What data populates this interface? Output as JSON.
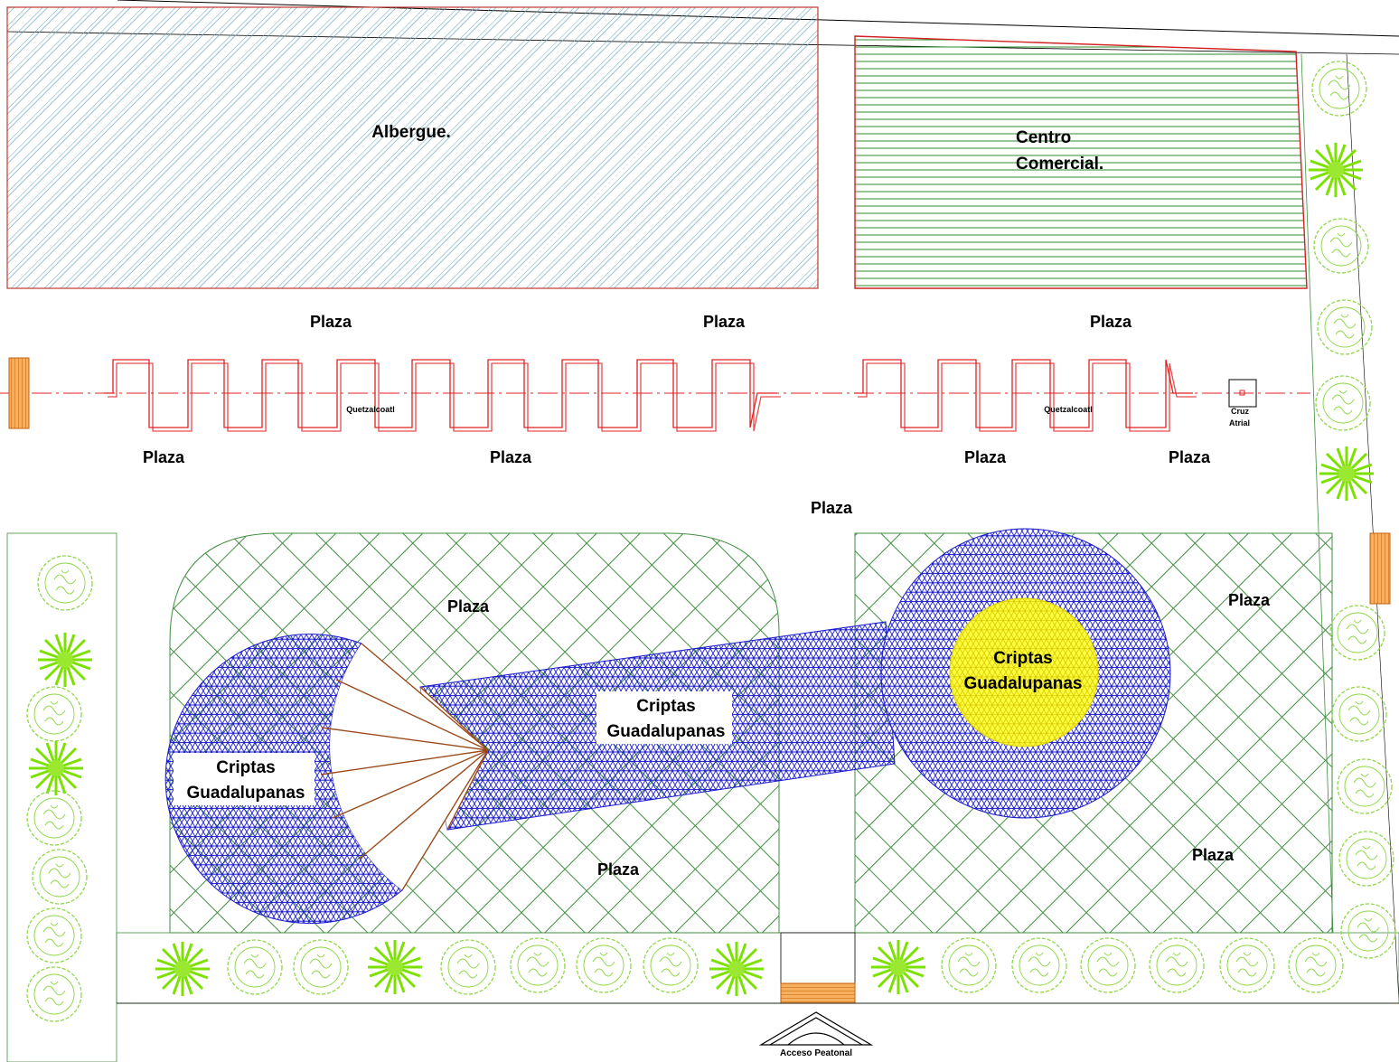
{
  "colors": {
    "albergue_hatch": "#6aa7c0",
    "albergue_border": "#c0392b",
    "comercial_hatch": "#2e8b2e",
    "comercial_border": "#d02020",
    "garden_grid": "#3f8f3f",
    "criptas_blue": "#1a1acc",
    "criptas_yellow": "#ffff00",
    "meander_red": "#e02020",
    "axis_red": "#e02020",
    "trees": "#7ce000",
    "gate_orange": "#e08020",
    "stair_brown": "#9a4a1a"
  },
  "buildings": {
    "albergue": "Albergue.",
    "comercial_line1": "Centro",
    "comercial_line2": "Comercial."
  },
  "plaza_labels": [
    "Plaza",
    "Plaza",
    "Plaza",
    "Plaza",
    "Plaza",
    "Plaza",
    "Plaza",
    "Plaza",
    "Plaza",
    "Plaza",
    "Plaza",
    "Plaza"
  ],
  "quetzalcoatl": [
    "Quetzalcoatl",
    "Quetzalcoatl"
  ],
  "cruz_atrial": {
    "line1": "Cruz",
    "line2": "Atrial"
  },
  "criptas": [
    {
      "line1": "Criptas",
      "line2": "Guadalupanas"
    },
    {
      "line1": "Criptas",
      "line2": "Guadalupanas"
    },
    {
      "line1": "Criptas",
      "line2": "Guadalupanas"
    }
  ],
  "acceso": "Acceso Peatonal",
  "icons": [
    "tree-icon",
    "palm-icon",
    "pedestrian-arch-icon",
    "gate-icon",
    "cross-icon"
  ]
}
